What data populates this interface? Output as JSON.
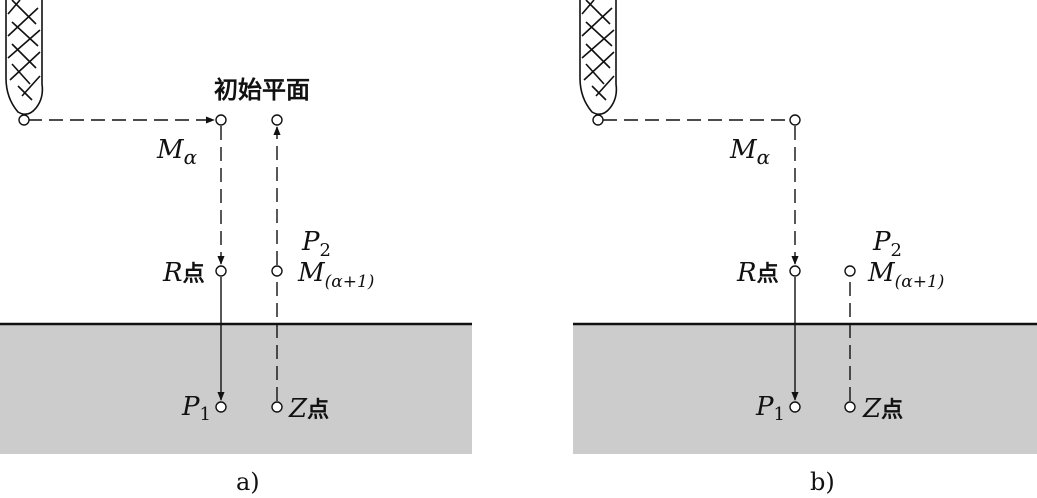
{
  "panels": [
    {
      "id": "a",
      "caption": "a)",
      "initial_plane_label": "初始平面",
      "m_alpha": {
        "main": "M",
        "sub": "α"
      },
      "p2_label": {
        "main": "P",
        "sub": "2"
      },
      "m_next": {
        "main": "M",
        "sub": "(α+1)"
      },
      "r_point": {
        "main": "R",
        "suffix": "点"
      },
      "p1_label": {
        "main": "P",
        "sub": "1"
      },
      "z_point": {
        "main": "Z",
        "suffix": "点"
      }
    },
    {
      "id": "b",
      "caption": "b)",
      "m_alpha": {
        "main": "M",
        "sub": "α"
      },
      "p2_label": {
        "main": "P",
        "sub": "2"
      },
      "m_next": {
        "main": "M",
        "sub": "(α+1)"
      },
      "r_point": {
        "main": "R",
        "suffix": "点"
      },
      "p1_label": {
        "main": "P",
        "sub": "1"
      },
      "z_point": {
        "main": "Z",
        "suffix": "点"
      }
    }
  ],
  "colors": {
    "workpiece": "#cccccc",
    "line": "#111111",
    "background": "#ffffff"
  },
  "icons": [
    "drill-bit-icon"
  ]
}
